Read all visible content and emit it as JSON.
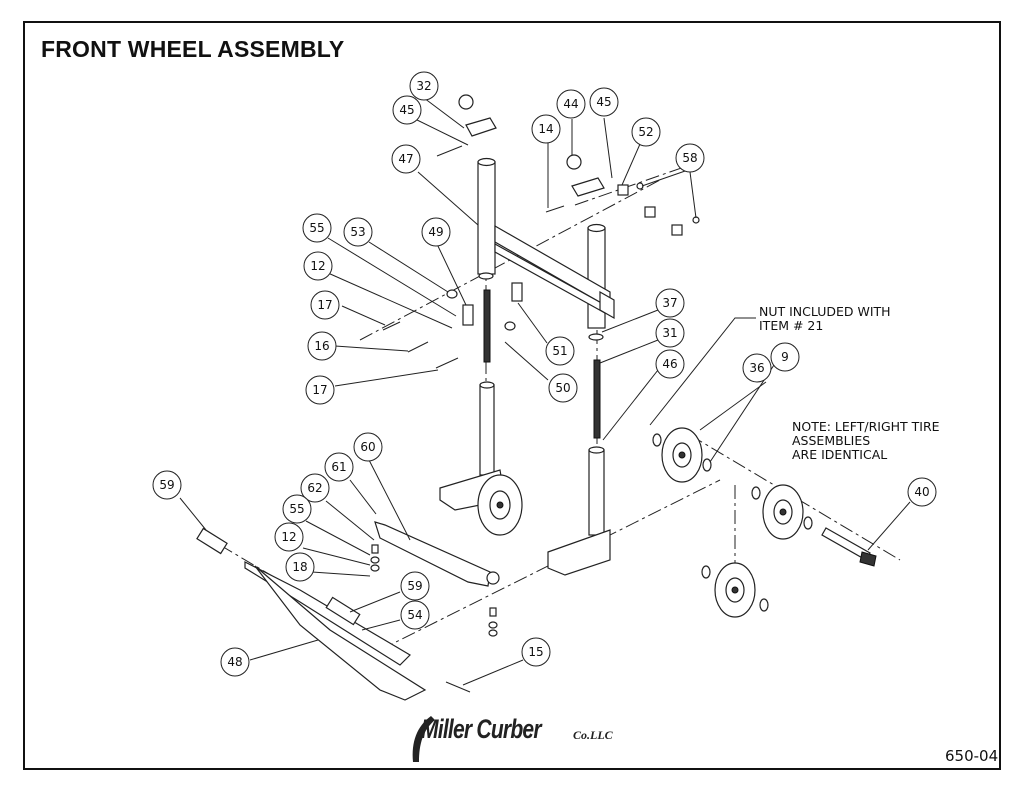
{
  "title": "FRONT WHEEL ASSEMBLY",
  "notes": {
    "nut_line1": "NUT INCLUDED WITH",
    "nut_line2": "ITEM # 21",
    "tire_line1": "NOTE: LEFT/RIGHT TIRE ASSEMBLIES",
    "tire_line2": "ARE IDENTICAL"
  },
  "drawing_number": "650-04",
  "logo": {
    "main": "Miller Curber",
    "suffix": "Co.LLC"
  },
  "callouts": [
    "32",
    "45",
    "44",
    "45",
    "14",
    "52",
    "47",
    "58",
    "55",
    "53",
    "49",
    "12",
    "37",
    "17",
    "51",
    "31",
    "16",
    "50",
    "46",
    "17",
    "36",
    "9",
    "60",
    "61",
    "59",
    "62",
    "55",
    "40",
    "12",
    "18",
    "59",
    "54",
    "48",
    "15"
  ]
}
